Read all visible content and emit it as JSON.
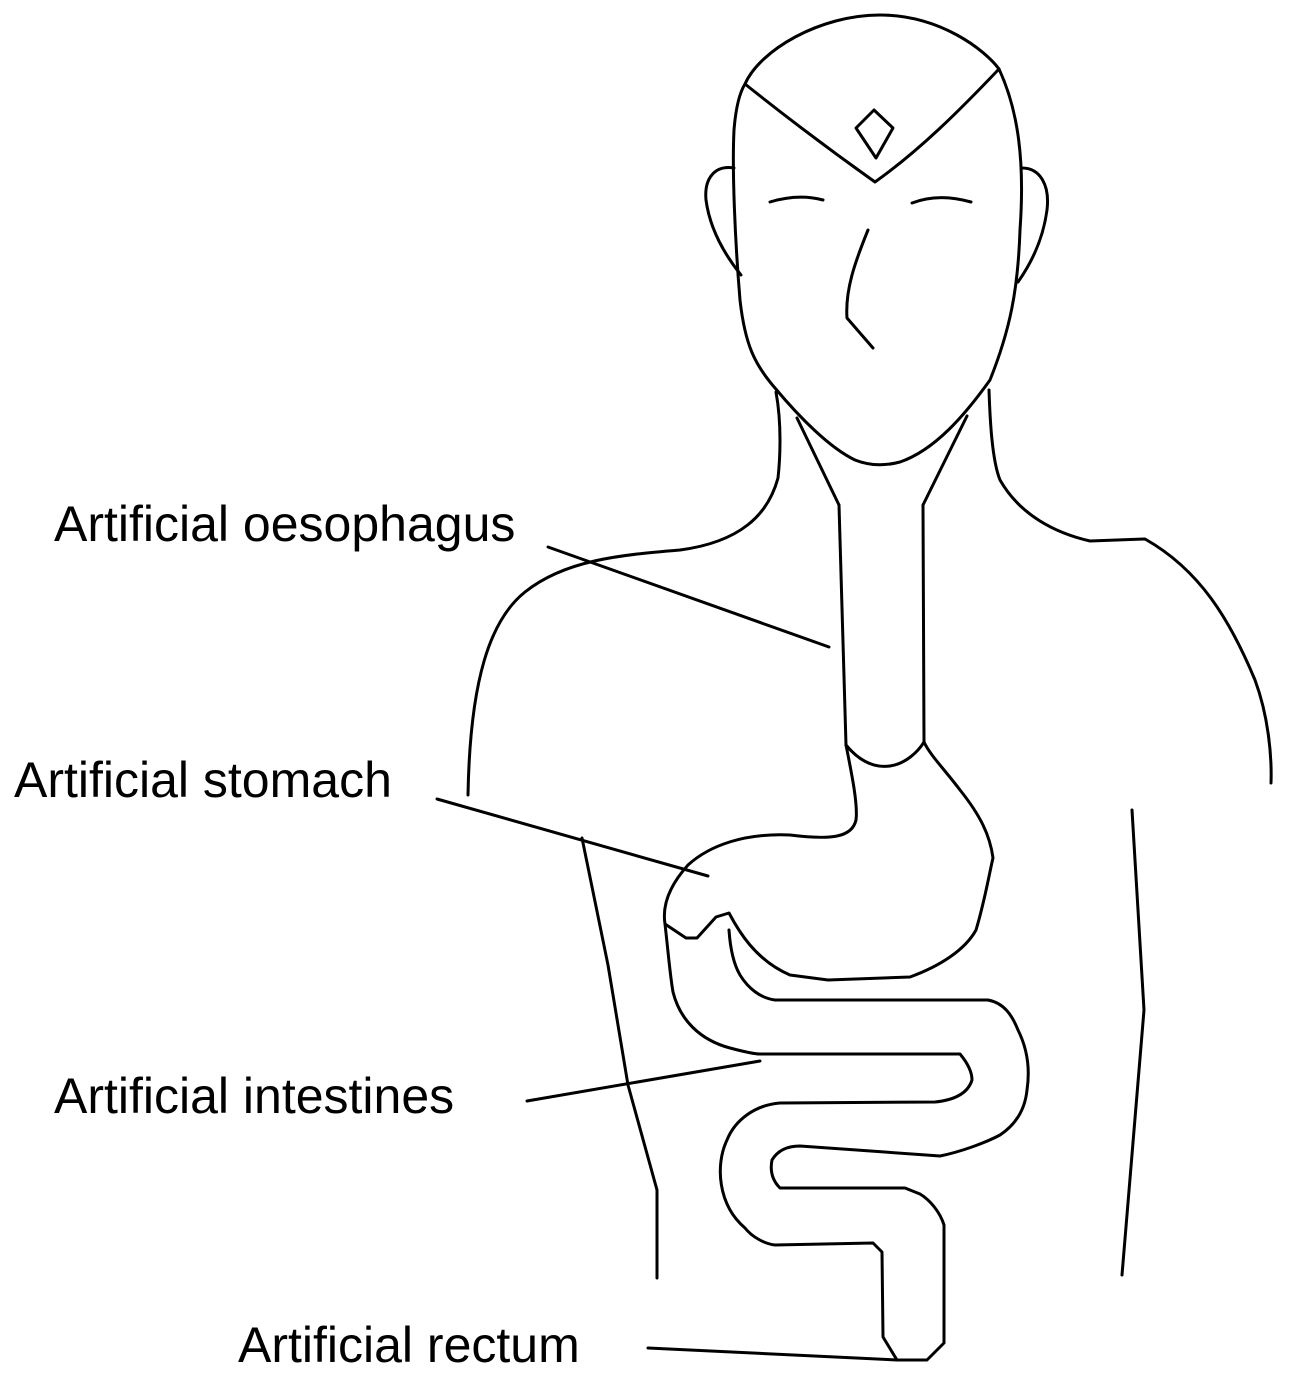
{
  "labels": {
    "oesophagus": "Artificial oesophagus",
    "stomach": "Artificial stomach",
    "intestines": "Artificial intestines",
    "rectum": "Artificial rectum"
  },
  "colors": {
    "stroke": "#000000",
    "background": "#ffffff",
    "text": "#000000"
  }
}
